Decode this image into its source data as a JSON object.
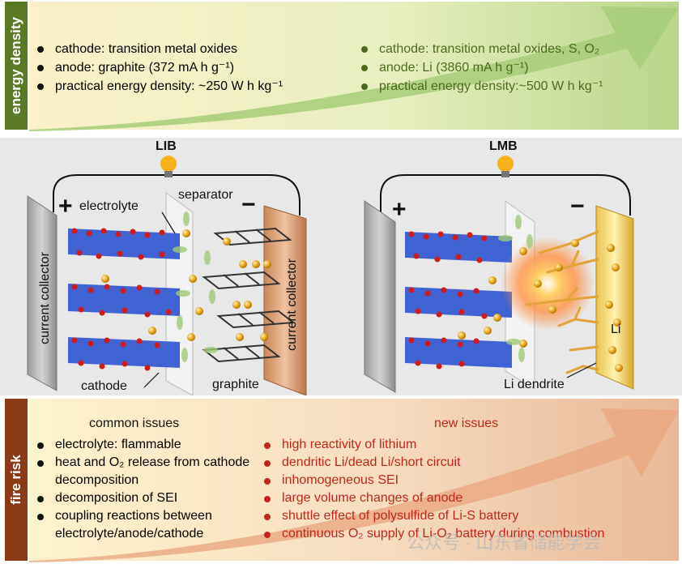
{
  "energy_density": {
    "label": "energy density",
    "lib_items": [
      "cathode: transition metal oxides",
      "anode: graphite (372 mA h g⁻¹)",
      "practical energy density: ~250 W h kg⁻¹"
    ],
    "lmb_items": [
      "cathode: transition metal oxides, S, O₂",
      "anode: Li (3860 mA h g⁻¹)",
      "practical energy density:~500 W h kg⁻¹"
    ]
  },
  "diagram": {
    "lib": {
      "title": "LIB",
      "plus": "+",
      "minus": "−",
      "electrolyte": "electrolyte",
      "separator": "separator",
      "collector_left": "current collector",
      "collector_right": "current collector",
      "cathode": "cathode",
      "graphite": "graphite"
    },
    "lmb": {
      "title": "LMB",
      "plus": "+",
      "minus": "−",
      "li": "Li",
      "li_dendrite": "Li dendrite"
    }
  },
  "fire_risk": {
    "label": "fire risk",
    "common_title": "common issues",
    "common_items": [
      "electrolyte: flammable",
      "heat and O₂ release from cathode decomposition",
      "decomposition of SEI",
      "coupling reactions between electrolyte/anode/cathode"
    ],
    "new_title": "new issues",
    "new_items": [
      "high reactivity of lithium",
      "dendritic Li/dead Li/short circuit",
      "inhomogeneous SEI",
      "large volume changes of anode",
      "shuttle effect of polysulfide of Li-S battery",
      "continuous O₂ supply of Li-O₂ battery during combustion"
    ]
  },
  "watermark": "公众号 · 山东省储能学会",
  "colors": {
    "energy_label_bg": "#5b7a24",
    "fire_label_bg": "#8a3a14",
    "lmb_text": "#4d6b1e",
    "new_issue_text": "#c0261d"
  }
}
